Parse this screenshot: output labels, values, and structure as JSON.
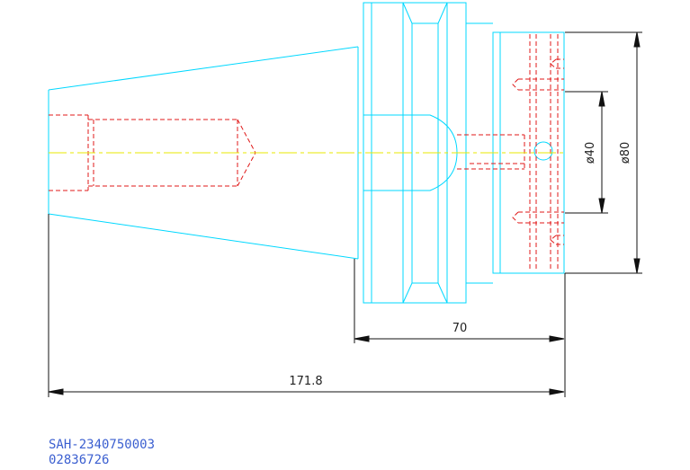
{
  "drawing": {
    "colors": {
      "outline": "#00d8ff",
      "hidden": "#e01818",
      "centerline": "#e8e800",
      "dimension": "#111111",
      "codes": "#3b5fd0"
    },
    "dimensions": {
      "overall_length": "171.8",
      "flange_length": "70",
      "inner_diameter": "ø40",
      "outer_diameter": "ø80"
    },
    "codes": {
      "part_number": "SAH-2340750003",
      "order_number": "02836726"
    }
  }
}
